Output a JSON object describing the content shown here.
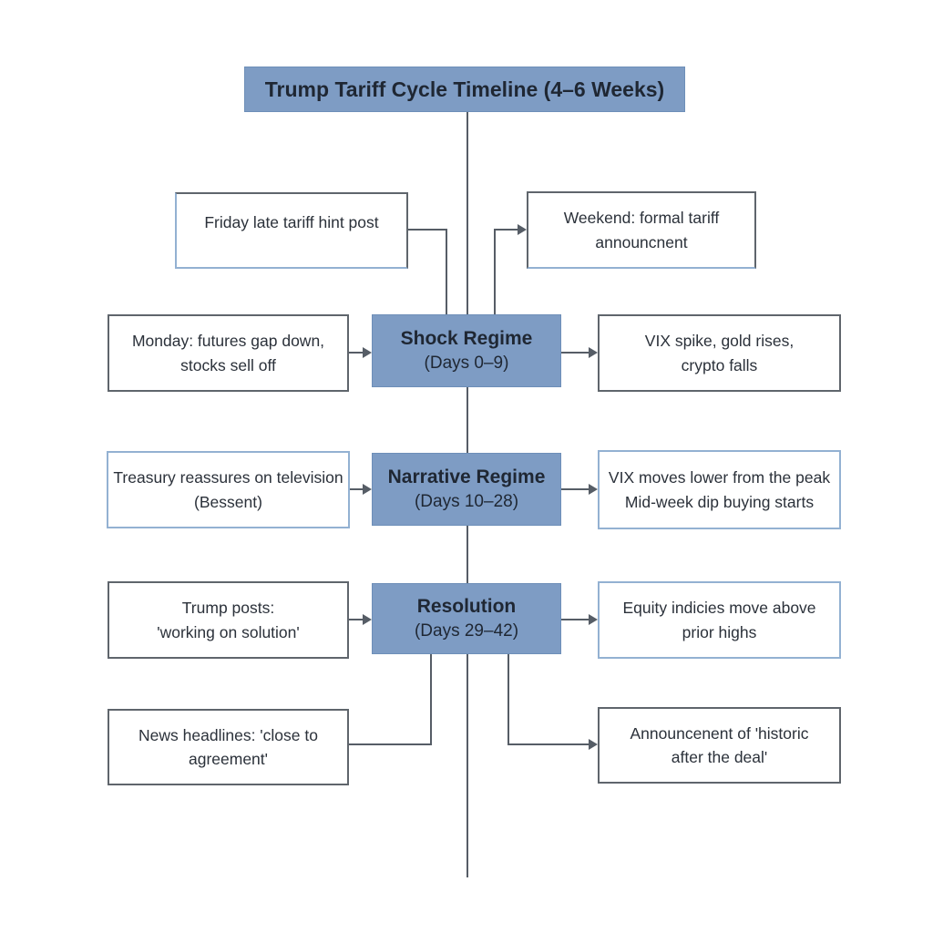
{
  "title": "Trump Tariff Cycle Timeline (4–6 Weeks)",
  "stages": {
    "shock": {
      "name": "Shock Regime",
      "days": "(Days 0–9)"
    },
    "narrative": {
      "name": "Narrative Regime",
      "days": "(Days 10–28)"
    },
    "resolution": {
      "name": "Resolution",
      "days": "(Days 29–42)"
    }
  },
  "boxes": {
    "friday": {
      "lines": [
        "Friday late tariff hint post",
        ""
      ]
    },
    "weekend": {
      "lines": [
        "Weekend: formal tariff",
        "announcnent"
      ]
    },
    "monday": {
      "lines": [
        "Monday: futures gap down,",
        "stocks sell off"
      ]
    },
    "vix_spike": {
      "lines": [
        "VIX spike, gold rises,",
        "crypto falls"
      ]
    },
    "treasury": {
      "lines": [
        "Treasury reassures on television",
        "(Bessent)"
      ]
    },
    "vix_lower": {
      "lines": [
        "VIX moves lower from the peak",
        "Mid-week dip buying starts"
      ]
    },
    "trump_posts": {
      "lines": [
        "Trump posts:",
        "'working on solution'"
      ]
    },
    "equity": {
      "lines": [
        "Equity indicies move above",
        "prior highs"
      ]
    },
    "news": {
      "lines": [
        "News headlines: 'close to",
        "agreement'"
      ]
    },
    "announcement": {
      "lines": [
        "Announcenent of 'historic",
        "after the deal'"
      ]
    }
  },
  "colors": {
    "stage_fill": "#7e9cc4",
    "stage_border": "#6e8fb8",
    "line": "#565d66",
    "dark_border": "#5f656c",
    "light_border": "#93b1d2",
    "text": "#2b313a",
    "stage_text": "#1f2733"
  }
}
